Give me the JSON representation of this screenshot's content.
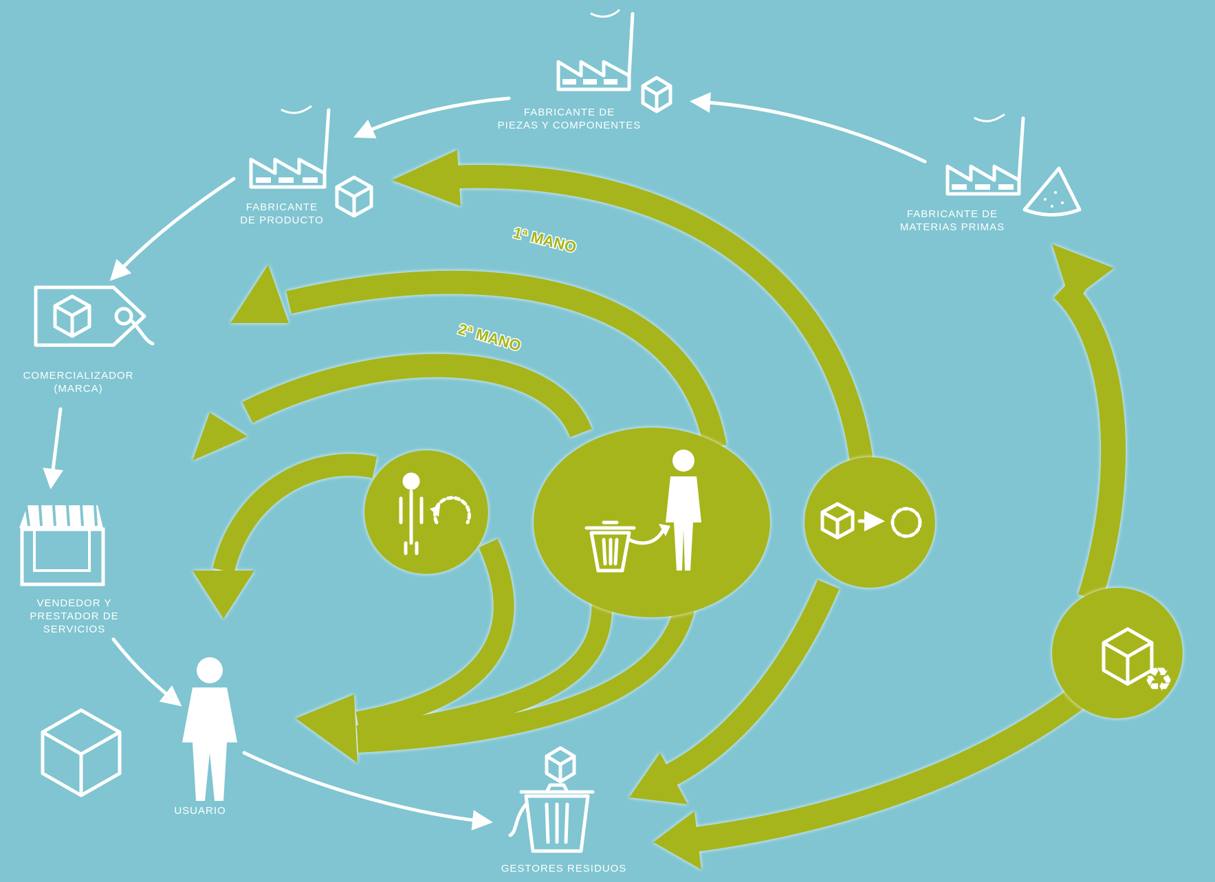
{
  "nodes": {
    "fabricante_piezas": "FABRICANTE DE\nPIEZAS Y COMPONENTES",
    "fabricante_producto": "FABRICANTE\nDE PRODUCTO",
    "fabricante_materias": "FABRICANTE DE\nMATERIAS PRIMAS",
    "comercializador": "COMERCIALIZADOR\n(MARCA)",
    "vendedor": "VENDEDOR Y\nPRESTADOR DE\nSERVICIOS",
    "usuario": "USUARIO",
    "gestores": "GESTORES RESIDUOS"
  },
  "loops": {
    "primera_mano": "1ª MANO",
    "segunda_mano": "2ª MANO"
  },
  "colors": {
    "background": "#80c5d1",
    "accent_green": "#a6b51b",
    "line_white": "#ffffff"
  },
  "icons": [
    "factory-icon",
    "box-icon",
    "tag-icon",
    "store-icon",
    "person-icon",
    "trash-icon",
    "recycle-icon",
    "repair-icon",
    "reuse-icon",
    "raw-material-icon"
  ]
}
